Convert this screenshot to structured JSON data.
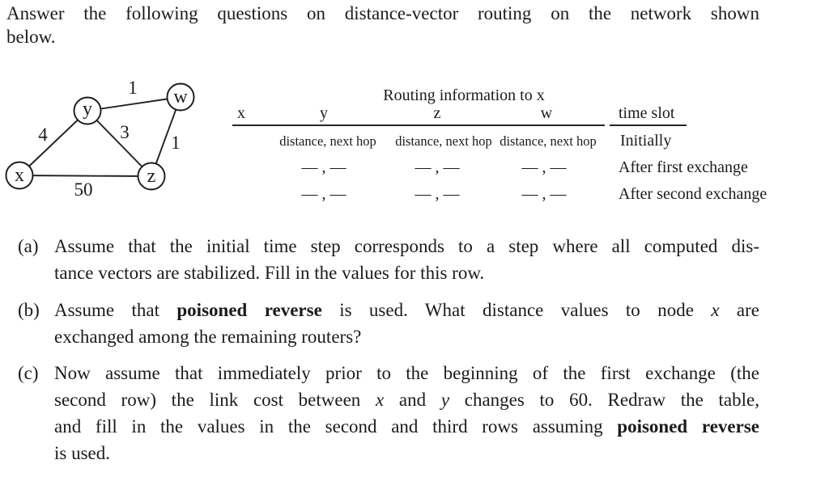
{
  "intro": {
    "lines": [
      "Answer the following questions on distance-vector routing on the network shown",
      "below."
    ]
  },
  "diagram": {
    "nodes": [
      {
        "id": "y",
        "label": "y"
      },
      {
        "id": "w",
        "label": "w"
      },
      {
        "id": "x",
        "label": "x"
      },
      {
        "id": "z",
        "label": "z"
      }
    ],
    "edges": [
      {
        "from": "y",
        "to": "w",
        "cost": "1"
      },
      {
        "from": "x",
        "to": "y",
        "cost": "4"
      },
      {
        "from": "y",
        "to": "z",
        "cost": "3"
      },
      {
        "from": "w",
        "to": "z",
        "cost": "1"
      },
      {
        "from": "x",
        "to": "z",
        "cost": "50"
      }
    ]
  },
  "table": {
    "title": "Routing information to x",
    "columns": [
      "x",
      "y",
      "z",
      "w"
    ],
    "time_slot_header": "time slot",
    "subheader": "distance, next hop",
    "blank_cell": "— , —",
    "rows": [
      "Initially",
      "After first exchange",
      "After second exchange"
    ]
  },
  "questions": [
    {
      "label": "(a)",
      "lines": [
        {
          "segments": [
            {
              "t": "Assume that the initial time step corresponds to a step where all computed dis-"
            }
          ]
        },
        {
          "segments": [
            {
              "t": "tance vectors are stabilized. Fill in the values for this row."
            }
          ]
        }
      ]
    },
    {
      "label": "(b)",
      "lines": [
        {
          "segments": [
            {
              "t": "Assume that "
            },
            {
              "t": "poisoned reverse"
            },
            {
              "t": " is used.  What distance values to node "
            },
            {
              "t": "x"
            },
            {
              "t": " are"
            }
          ]
        },
        {
          "segments": [
            {
              "t": "exchanged among the remaining routers?"
            }
          ]
        }
      ]
    },
    {
      "label": "(c)",
      "lines": [
        {
          "segments": [
            {
              "t": "Now assume that immediately prior to the beginning of the first exchange (the"
            }
          ]
        },
        {
          "segments": [
            {
              "t": "second row) the link cost between "
            },
            {
              "t": "x"
            },
            {
              "t": " and "
            },
            {
              "t": "y"
            },
            {
              "t": " changes to 60.  Redraw the table,"
            }
          ]
        },
        {
          "segments": [
            {
              "t": "and fill in the values in the second and third rows assuming "
            },
            {
              "t": "poisoned reverse"
            }
          ]
        },
        {
          "segments": [
            {
              "t": "is used."
            }
          ]
        }
      ]
    }
  ]
}
